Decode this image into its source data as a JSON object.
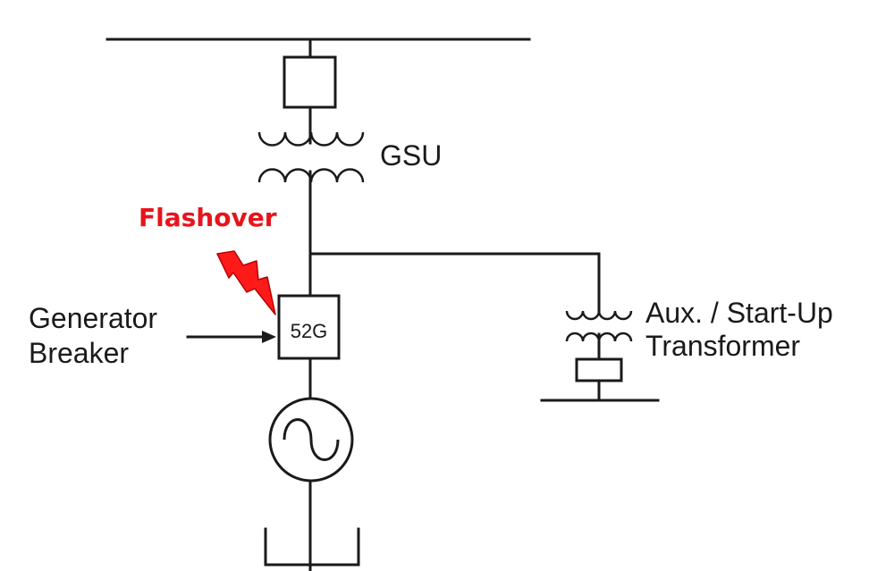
{
  "labels": {
    "gsu": "GSU",
    "flashover": "Flashover",
    "generator_breaker_line1": "Generator",
    "generator_breaker_line2": "Breaker",
    "breaker_id": "52G",
    "aux_line1": "Aux. / Start-Up",
    "aux_line2": "Transformer"
  },
  "colors": {
    "line": "#1a1a1a",
    "flashover_text": "#e8141c",
    "bolt_fill": "#ff1a1a"
  },
  "icons": {
    "flashover": "lightning-bolt-icon",
    "generator": "ac-generator-icon",
    "transformer": "transformer-coil-icon"
  }
}
